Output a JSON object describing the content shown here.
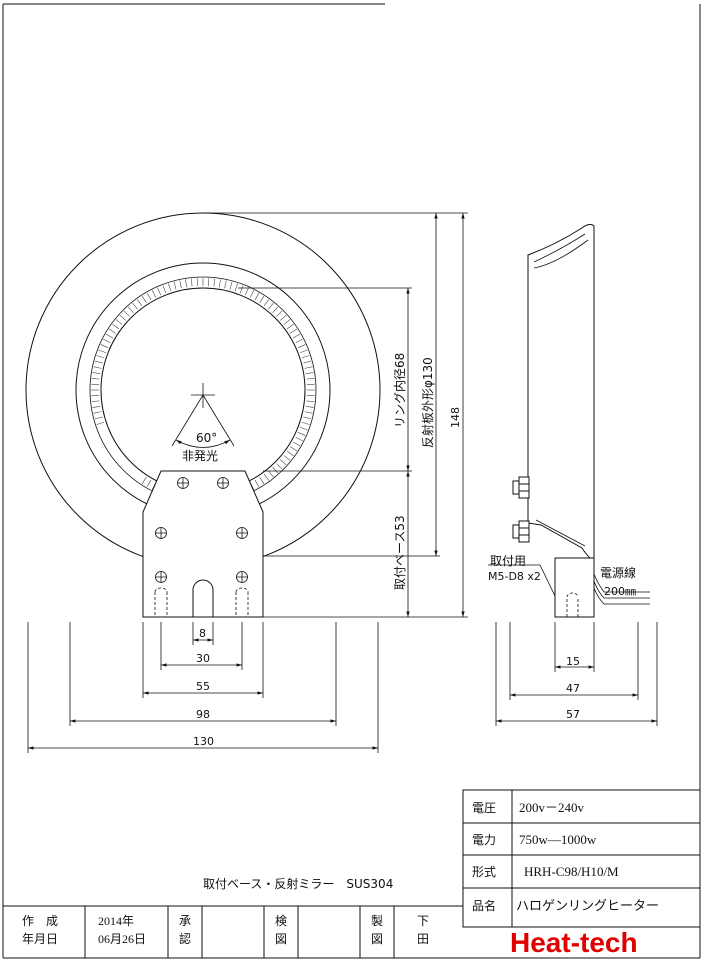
{
  "front": {
    "angle_label": "60°",
    "non_emitting_label": "非発光",
    "ring_inner_label": "リング内径68",
    "reflector_outer_label": "反射板外形φ130",
    "overall_height": "148",
    "base_label": "取付ベース53",
    "dims": {
      "slot": "8",
      "holes": "30",
      "base": "55",
      "ring": "98",
      "reflector": "130"
    }
  },
  "side": {
    "mount_label": "取付用",
    "bolt_label": "M5-D8 x2",
    "cable_label": "電源線",
    "cable_length": "200㎜",
    "dims": {
      "base": "15",
      "depth": "47",
      "overall": "57"
    }
  },
  "material_note": "取付ベース・反射ミラー　SUS304",
  "specs": [
    {
      "label": "電圧",
      "value": "200v－240v"
    },
    {
      "label": "電力",
      "value": "750w―1000w"
    },
    {
      "label": "形式",
      "value": "HRH-C98/H10/M"
    },
    {
      "label": "品名",
      "value": "ハロゲンリングヒーター"
    }
  ],
  "title_block": {
    "made_top": "作　成",
    "made_bottom": "年月日",
    "date_top": "2014年",
    "date_bottom": "06月26日",
    "approve_top": "承",
    "approve_bottom": "認",
    "check_top": "検",
    "check_bottom": "図",
    "draw_top": "製",
    "draw_bottom": "図",
    "author_top": "下",
    "author_bottom": "田"
  },
  "brand": "Heat-tech"
}
